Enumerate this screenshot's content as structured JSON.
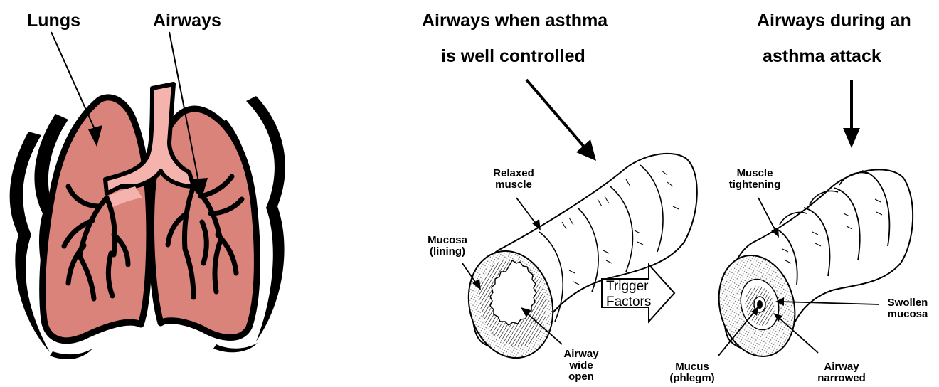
{
  "labels": {
    "lungs": "Lungs",
    "airways": "Airways",
    "controlled_line1": "Airways when asthma",
    "controlled_line2": "is well controlled",
    "attack_line1": "Airways during an",
    "attack_line2": "asthma attack",
    "relaxed_muscle_1": "Relaxed",
    "relaxed_muscle_2": "muscle",
    "mucosa_1": "Mucosa",
    "mucosa_2": "(lining)",
    "airway_open_1": "Airway",
    "airway_open_2": "wide",
    "airway_open_3": "open",
    "trigger_1": "Trigger",
    "trigger_2": "Factors",
    "muscle_tight_1": "Muscle",
    "muscle_tight_2": "tightening",
    "swollen_1": "Swollen",
    "swollen_2": "mucosa",
    "mucus_1": "Mucus",
    "mucus_2": "(phlegm)",
    "narrowed_1": "Airway",
    "narrowed_2": "narrowed"
  },
  "colors": {
    "lung_fill": "#d9837a",
    "airway_fill": "#f4b4ad",
    "outline": "#000000",
    "mucosa_fill": "#e6e6e6"
  }
}
